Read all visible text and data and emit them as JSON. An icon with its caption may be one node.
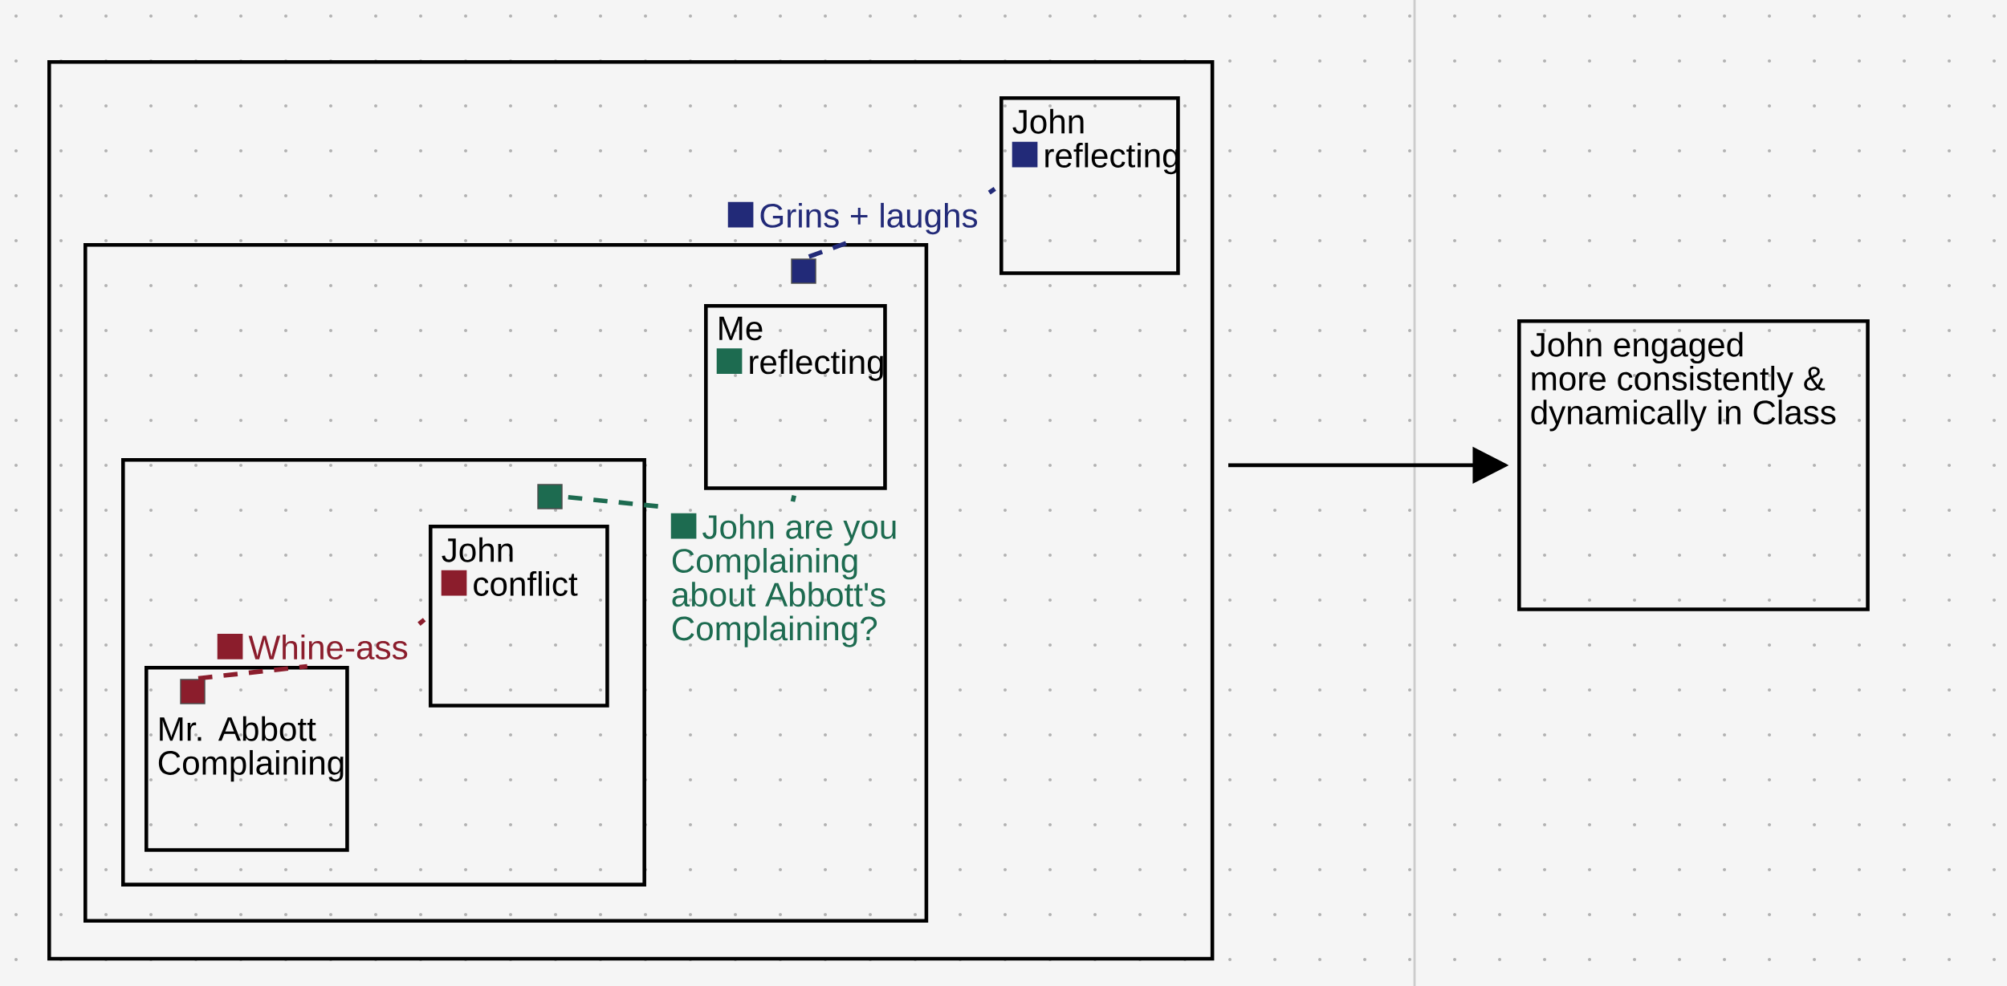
{
  "diagram": {
    "nodes": [
      {
        "text": [],
        "shape": "box"
      },
      {
        "text": [
          "John",
          "reflecting"
        ],
        "in": 0
      },
      {
        "text": [
          "Grins + laughs"
        ],
        "in": 0
      },
      {
        "text": [],
        "shape": "box",
        "in": 0
      },
      {
        "text": [],
        "shape": "box",
        "in": 3
      },
      {
        "text": [
          "Me",
          "reflecting"
        ],
        "in": 3
      },
      {
        "text": [
          "John are you Complaining about Abbott's Complaining?"
        ],
        "in": 3
      },
      {
        "text": [],
        "shape": "box",
        "in": 3
      },
      {
        "text": [],
        "shape": "box",
        "in": 7
      },
      {
        "text": [
          "John",
          "conflict"
        ],
        "in": 7
      },
      {
        "text": [
          "Whine-ass"
        ],
        "in": 7
      },
      {
        "text": [
          "Mr. Abbott Complaining"
        ],
        "in": 7
      },
      {
        "text": [],
        "shape": "box",
        "in": 11
      },
      {
        "text": [
          "John engaged more consistently & dynamically in Class"
        ]
      }
    ],
    "edges": [
      {
        "from": 12,
        "to": 10,
        "arrow": "none",
        "style": "dashed",
        "color": "#8b1d2c"
      },
      {
        "from": 10,
        "to": 9,
        "arrow": "none",
        "style": "dashed",
        "color": "#8b1d2c"
      },
      {
        "from": 8,
        "to": 6,
        "arrow": "none",
        "style": "dashed",
        "color": "#1d6b50"
      },
      {
        "from": 6,
        "to": 5,
        "arrow": "none",
        "style": "dashed",
        "color": "#1d6b50"
      },
      {
        "from": 4,
        "to": 2,
        "arrow": "none",
        "style": "dashed",
        "color": "#222a78"
      },
      {
        "from": 2,
        "to": 1,
        "arrow": "none",
        "style": "dashed",
        "color": "#222a78"
      },
      {
        "from": 0,
        "to": 13,
        "arrow": "to",
        "color": "#000000"
      }
    ]
  }
}
